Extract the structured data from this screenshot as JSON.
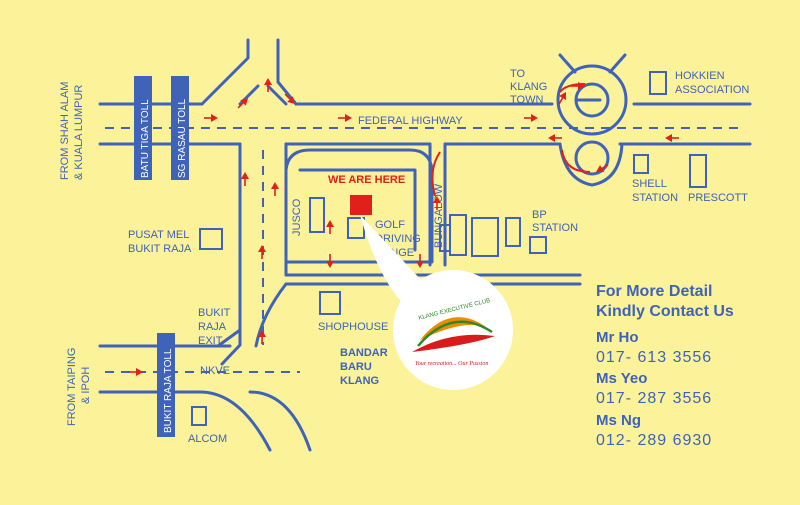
{
  "colors": {
    "background": "#fbf29a",
    "road": "#3f63b8",
    "accent": "#e0201b",
    "white": "#ffffff"
  },
  "map": {
    "from_left_top": [
      "FROM SHAH ALAM",
      "& KUALA LUMPUR"
    ],
    "from_left_bottom": [
      "FROM TAIPING",
      "& IPOH"
    ],
    "tolls": {
      "batu_tiga": "BATU TIGA TOLL",
      "sg_rasau": "SG RASAU TOLL",
      "bukit_raja": "BUKIT RAJA TOLL"
    },
    "federal_highway": "FEDERAL HIGHWAY",
    "to_klang": [
      "TO",
      "KLANG",
      "TOWN"
    ],
    "hokkien": [
      "HOKKIEN",
      "ASSOCIATION"
    ],
    "shell": [
      "SHELL",
      "STATION"
    ],
    "prescott": "PRESCOTT",
    "we_are_here": "WE ARE HERE",
    "jusco": "JUSCO",
    "golf": [
      "GOLF",
      "DRIVING",
      "RANGE"
    ],
    "bungalow": "BUNGALOW",
    "bp": [
      "BP",
      "STATION"
    ],
    "pusat": [
      "PUSAT MEL",
      "BUKIT RAJA"
    ],
    "bukit_raja_exit": [
      "BUKIT",
      "RAJA",
      "EXIT"
    ],
    "shophouse": "SHOPHOUSE",
    "bandar": [
      "BANDAR",
      "BARU",
      "KLANG"
    ],
    "nkve": "NKVE",
    "alcom": "ALCOM",
    "logo": {
      "arc_text": "KLANG EXECUTIVE CLUB",
      "script_text": "Your recreation... Our Passion"
    }
  },
  "contact": {
    "title_line1": "For More Detail",
    "title_line2": "Kindly Contact Us",
    "people": [
      {
        "name": "Mr Ho",
        "phone": "017- 613 3556"
      },
      {
        "name": "Ms Yeo",
        "phone": "017- 287 3556"
      },
      {
        "name": "Ms Ng",
        "phone": "012- 289 6930"
      }
    ]
  }
}
